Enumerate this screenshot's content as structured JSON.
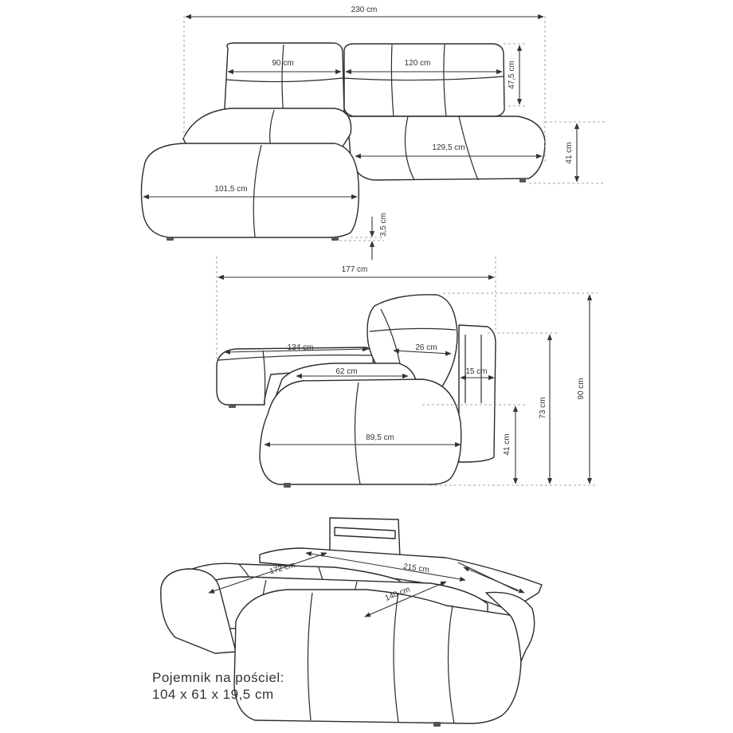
{
  "top_view": {
    "width": "230 cm",
    "back_left": "90 cm",
    "back_right": "120 cm",
    "back_height": "47,5 cm",
    "seat_depth": "129,5 cm",
    "seat_height": "41 cm",
    "chaise_length": "101,5 cm",
    "leg_height": "3,5 cm"
  },
  "side_view": {
    "depth": "177 cm",
    "chaise_depth": "134 cm",
    "pillow_depth": "26 cm",
    "seat_inner": "62 cm",
    "backrest_thickness": "15 cm",
    "seat_front": "89,5 cm",
    "seat_height": "41 cm",
    "back_height": "73 cm",
    "total_height": "90 cm"
  },
  "bed_view": {
    "width_172": "172 cm",
    "length_215": "215 cm",
    "width_140": "140 cm"
  },
  "storage_note": {
    "line1": "Pojemnik na pościel:",
    "line2": "104 x 61 x 19,5 cm"
  }
}
